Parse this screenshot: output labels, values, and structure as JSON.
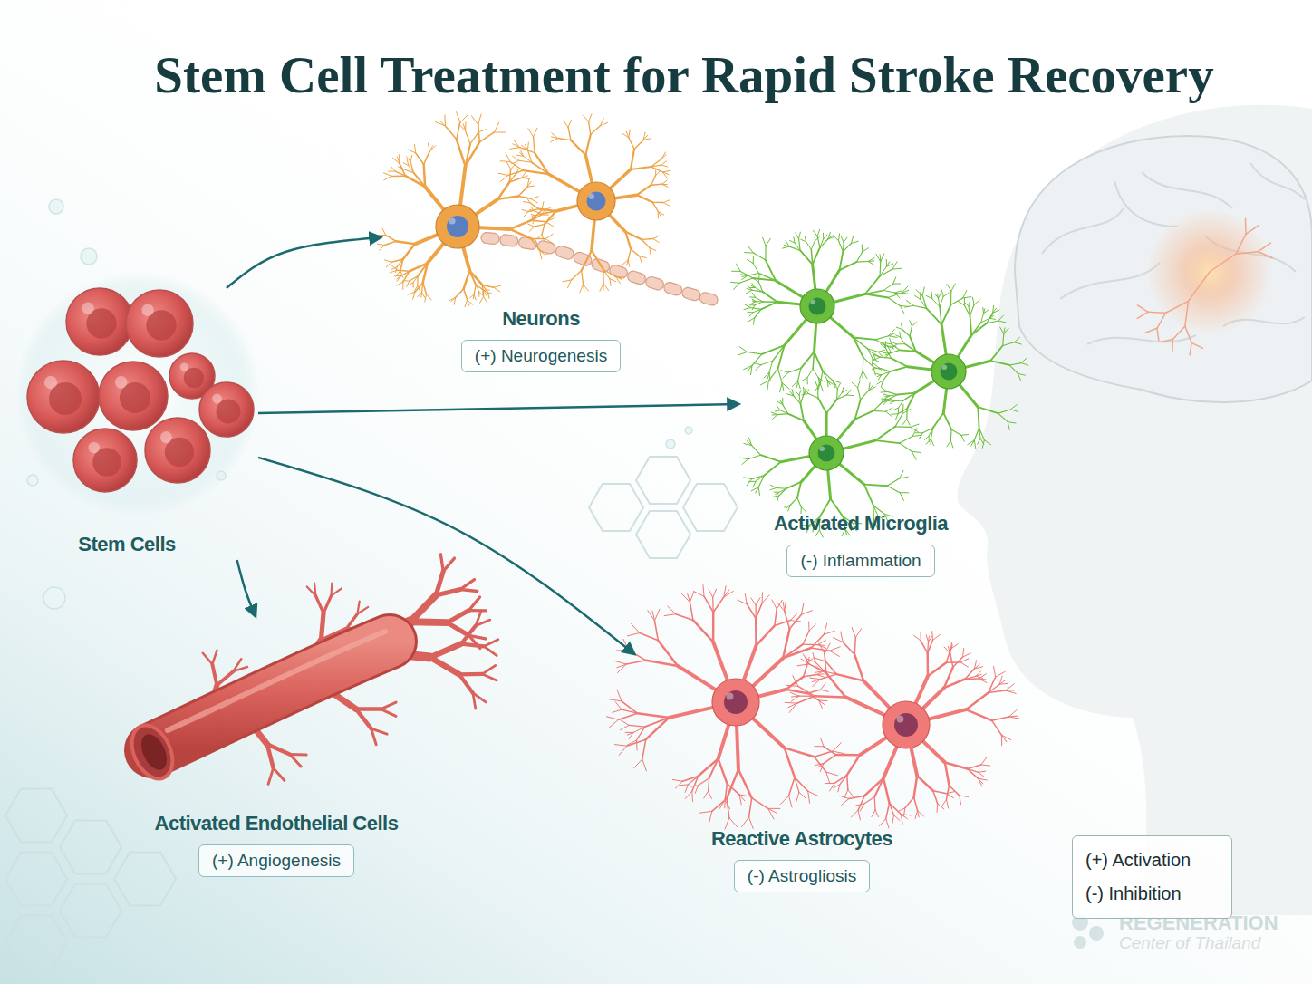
{
  "diagram": {
    "title": "Stem Cell Treatment for Rapid Stroke Recovery",
    "nodes": [
      {
        "text": [
          "Stem Cells"
        ]
      },
      {
        "text": [
          "Neurons",
          "(+) Neurogenesis"
        ]
      },
      {
        "text": [
          "Activated Microglia",
          "(-) Inflammation"
        ]
      },
      {
        "text": [
          "Activated Endothelial Cells",
          "(+) Angiogenesis"
        ]
      },
      {
        "text": [
          "Reactive Astrocytes",
          "(-) Astrogliosis"
        ]
      }
    ],
    "edges": [
      {
        "from": 0,
        "to": 1,
        "arrow": "to"
      },
      {
        "from": 0,
        "to": 2,
        "arrow": "to"
      },
      {
        "from": 0,
        "to": 3,
        "arrow": "to"
      },
      {
        "from": 0,
        "to": 4,
        "arrow": "to"
      }
    ],
    "labels": [
      "REGENERATION",
      "Center of Thailand"
    ],
    "legend": [
      {
        "text": "(+) Activation"
      },
      {
        "text": "(-) Inhibition"
      }
    ]
  }
}
